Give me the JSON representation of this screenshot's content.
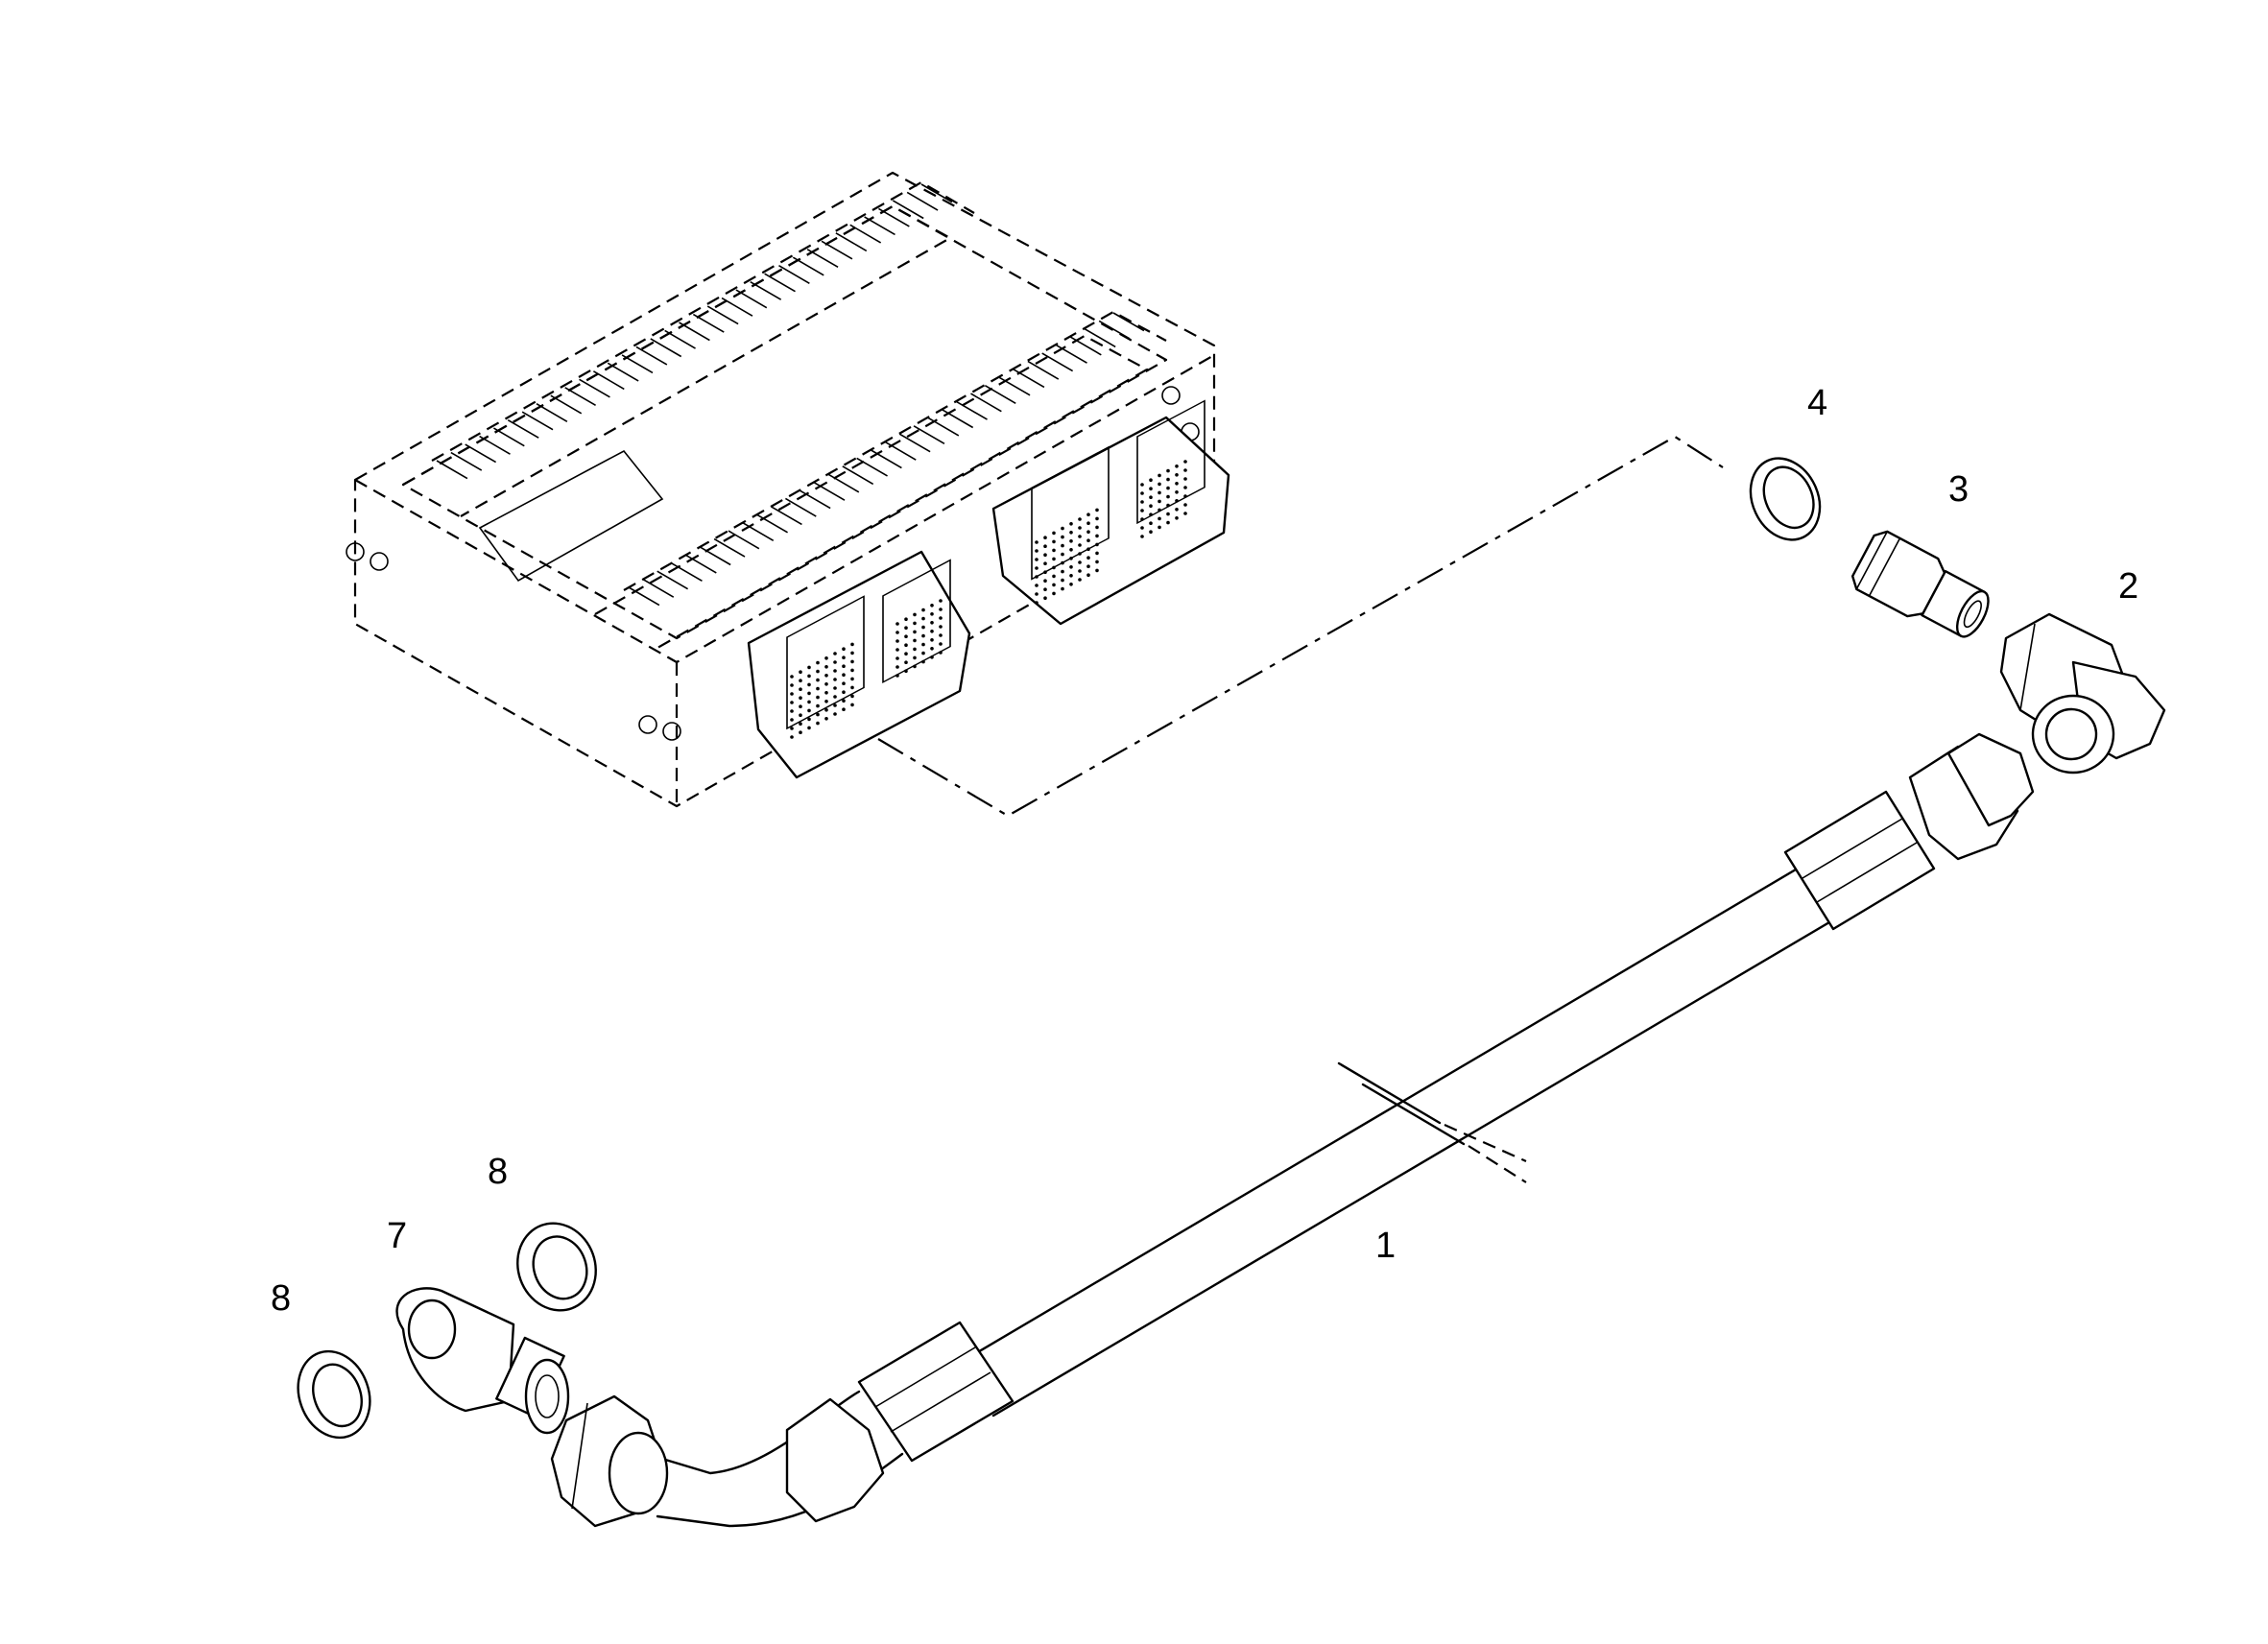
{
  "diagram": {
    "callouts": [
      {
        "id": "1",
        "label": "1"
      },
      {
        "id": "2",
        "label": "2"
      },
      {
        "id": "3",
        "label": "3"
      },
      {
        "id": "4",
        "label": "4"
      },
      {
        "id": "7",
        "label": "7"
      },
      {
        "id": "8a",
        "label": "8"
      },
      {
        "id": "8b",
        "label": "8"
      }
    ]
  }
}
